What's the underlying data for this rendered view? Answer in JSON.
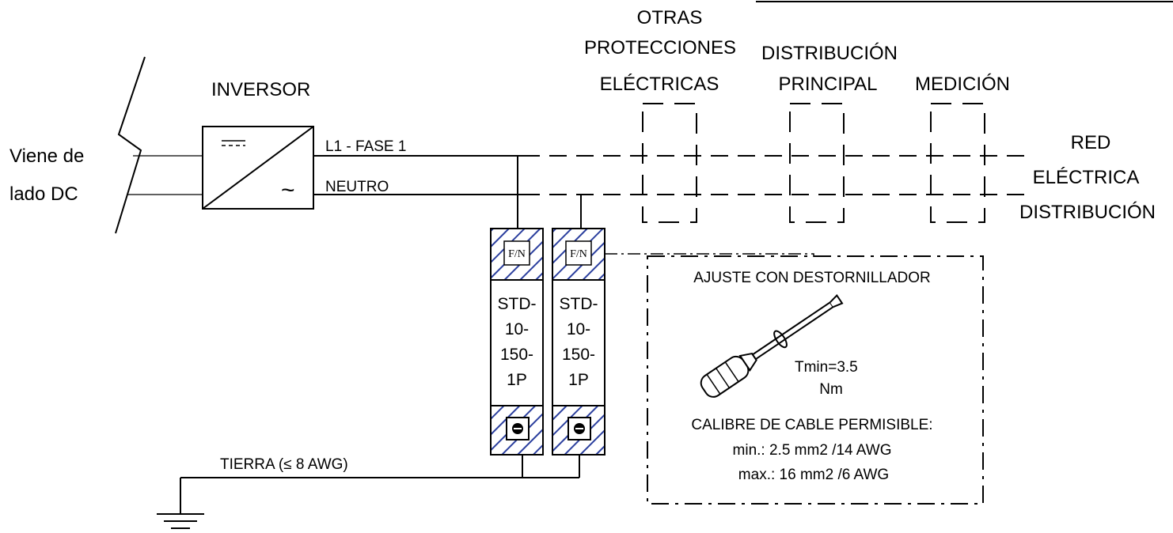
{
  "labels": {
    "source_line1": "Viene de",
    "source_line2": "lado DC",
    "inverter": "INVERSOR",
    "inverter_dc_symbol": "⎓",
    "inverter_ac_symbol": "~",
    "phase": "L1 - FASE 1",
    "neutral": "NEUTRO",
    "ground": "TIERRA (≤ 8 AWG)",
    "other_protections": [
      "OTRAS",
      "PROTECCIONES",
      "ELÉCTRICAS"
    ],
    "main_distribution": [
      "DISTRIBUCIÓN",
      "PRINCIPAL"
    ],
    "metering": "MEDICIÓN",
    "grid": [
      "RED",
      "ELÉCTRICA",
      "DISTRIBUCIÓN"
    ]
  },
  "spd_modules": [
    {
      "indicator": "F/N",
      "model_lines": [
        "STD-",
        "10-",
        "150-",
        "1P"
      ]
    },
    {
      "indicator": "F/N",
      "model_lines": [
        "STD-",
        "10-",
        "150-",
        "1P"
      ]
    }
  ],
  "callout": {
    "title": "AJUSTE CON DESTORNILLADOR",
    "torque_line1": "Tmin=3.5",
    "torque_line2": "Nm",
    "cable_title": "CALIBRE DE CABLE PERMISIBLE:",
    "cable_min": "min.: 2.5 mm2 /14 AWG",
    "cable_max": "max.: 16 mm2 /6 AWG"
  },
  "colors": {
    "line": "#000000",
    "hatch": "#2b3f9e",
    "background": "#ffffff"
  }
}
